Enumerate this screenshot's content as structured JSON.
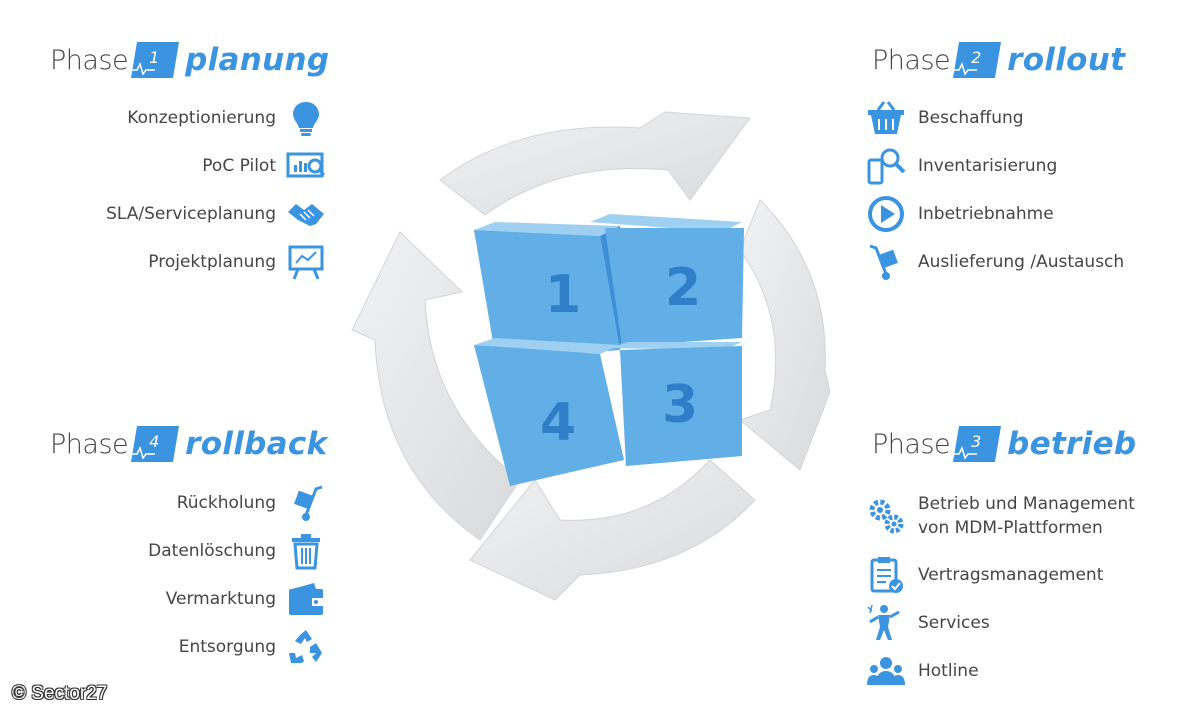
{
  "phases": {
    "p1": {
      "word": "Phase",
      "number": "1",
      "name": "planung",
      "items": [
        "Konzeptionierung",
        "PoC Pilot",
        "SLA/Serviceplanung",
        "Projektplanung"
      ]
    },
    "p2": {
      "word": "Phase",
      "number": "2",
      "name": "rollout",
      "items": [
        "Beschaffung",
        "Inventarisierung",
        "Inbetriebnahme",
        "Auslieferung /Austausch"
      ]
    },
    "p3": {
      "word": "Phase",
      "number": "3",
      "name": "betrieb",
      "items": [
        "Betrieb und Management",
        "von MDM-Plattformen",
        "Vertragsmanagement",
        "Services",
        "Hotline"
      ]
    },
    "p4": {
      "word": "Phase",
      "number": "4",
      "name": "rollback",
      "items": [
        "Rückholung",
        "Datenlöschung",
        "Vermarktung",
        "Entsorgung"
      ]
    }
  },
  "cubes": [
    "1",
    "2",
    "3",
    "4"
  ],
  "icons": {
    "p1": [
      "lightbulb-icon",
      "chart-magnifier-icon",
      "handshake-icon",
      "presentation-board-icon"
    ],
    "p2": [
      "shopping-basket-icon",
      "phone-magnifier-icon",
      "play-circle-icon",
      "hand-truck-icon"
    ],
    "p3": [
      "gears-icon",
      "clipboard-check-icon",
      "service-person-icon",
      "team-icon"
    ],
    "p4": [
      "hand-truck-icon",
      "trash-bin-icon",
      "wallet-icon",
      "recycle-icon"
    ]
  },
  "colors": {
    "accent": "#3b94df",
    "cube_front": "#62aee6",
    "cube_top": "#9fd0f2",
    "cube_side": "#3e8fd6",
    "arrow": "#e4e5e6"
  },
  "copyright": "© Sector27"
}
